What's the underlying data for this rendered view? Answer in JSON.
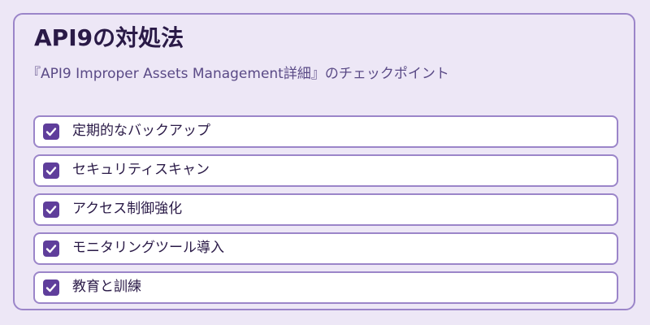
{
  "header": {
    "title": "API9の対処法",
    "subtitle": "『API9 Improper Assets Management詳細』のチェックポイント"
  },
  "checklist": {
    "items": [
      {
        "label": "定期的なバックアップ",
        "checked": true
      },
      {
        "label": "セキュリティスキャン",
        "checked": true
      },
      {
        "label": "アクセス制御強化",
        "checked": true
      },
      {
        "label": "モニタリングツール導入",
        "checked": true
      },
      {
        "label": "教育と訓練",
        "checked": true
      }
    ]
  },
  "colors": {
    "background": "#ede7f6",
    "border": "#9b85c9",
    "checkbox": "#5f3e9b",
    "title_text": "#2a1a47",
    "subtitle_text": "#5a4a86"
  },
  "icons": {
    "checkbox": "checkbox-checked-icon"
  }
}
